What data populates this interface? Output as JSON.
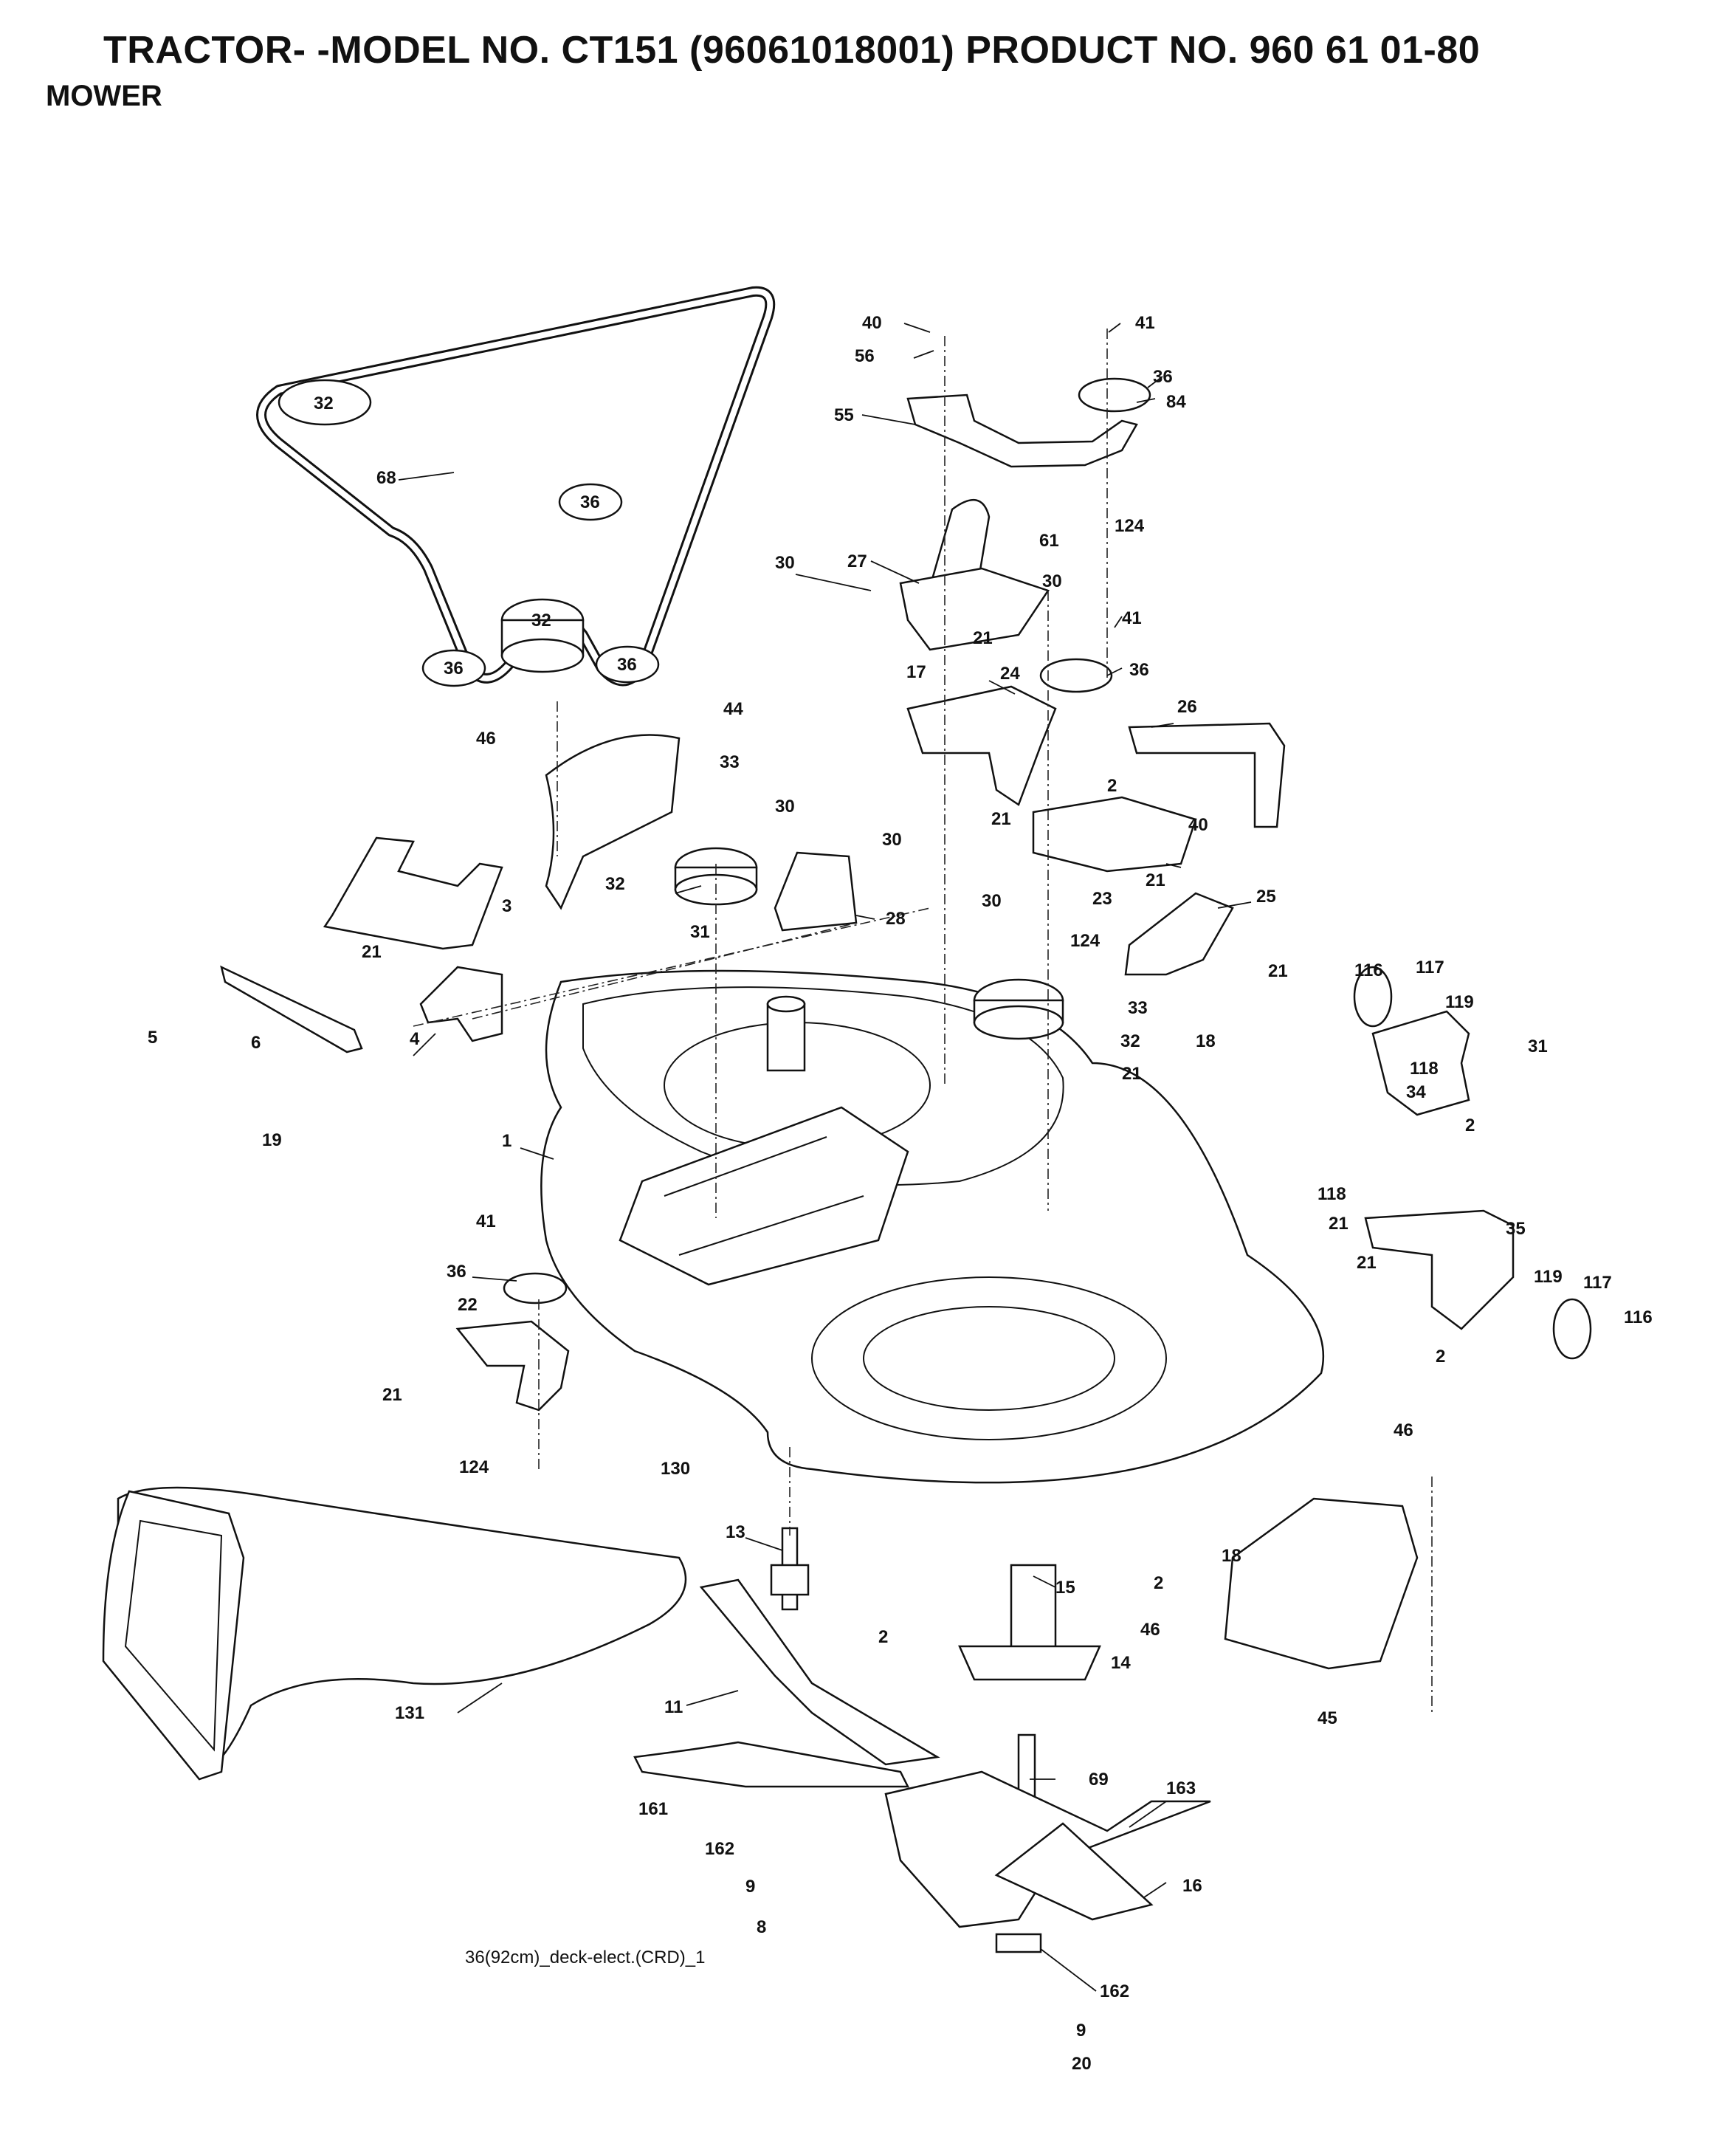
{
  "title": "TRACTOR- -MODEL NO. CT151 (96061018001) PRODUCT NO. 960 61 01-80",
  "subtitle": "MOWER",
  "caption": "36(92cm)_deck-elect.(CRD)_1",
  "callouts": [
    {
      "id": "c40a",
      "text": "40"
    },
    {
      "id": "c56",
      "text": "56"
    },
    {
      "id": "c41a",
      "text": "41"
    },
    {
      "id": "c36a",
      "text": "36"
    },
    {
      "id": "c84",
      "text": "84"
    },
    {
      "id": "c55",
      "text": "55"
    },
    {
      "id": "c124a",
      "text": "124"
    },
    {
      "id": "c61",
      "text": "61"
    },
    {
      "id": "c30a",
      "text": "30"
    },
    {
      "id": "c27",
      "text": "27"
    },
    {
      "id": "c30b",
      "text": "30"
    },
    {
      "id": "c41b",
      "text": "41"
    },
    {
      "id": "c21a",
      "text": "21"
    },
    {
      "id": "c17",
      "text": "17"
    },
    {
      "id": "c24",
      "text": "24"
    },
    {
      "id": "c36b",
      "text": "36"
    },
    {
      "id": "c26",
      "text": "26"
    },
    {
      "id": "c68",
      "text": "68"
    },
    {
      "id": "c46a",
      "text": "46"
    },
    {
      "id": "c44",
      "text": "44"
    },
    {
      "id": "c33a",
      "text": "33"
    },
    {
      "id": "c30c",
      "text": "30"
    },
    {
      "id": "c30d",
      "text": "30"
    },
    {
      "id": "c2a",
      "text": "2"
    },
    {
      "id": "c21b",
      "text": "21"
    },
    {
      "id": "c40b",
      "text": "40"
    },
    {
      "id": "c32a",
      "text": "32"
    },
    {
      "id": "c31a",
      "text": "31"
    },
    {
      "id": "c28",
      "text": "28"
    },
    {
      "id": "c30e",
      "text": "30"
    },
    {
      "id": "c124b",
      "text": "124"
    },
    {
      "id": "c23",
      "text": "23"
    },
    {
      "id": "c21c",
      "text": "21"
    },
    {
      "id": "c25",
      "text": "25"
    },
    {
      "id": "c21d",
      "text": "21"
    },
    {
      "id": "c3",
      "text": "3"
    },
    {
      "id": "c21e",
      "text": "21"
    },
    {
      "id": "c116a",
      "text": "116"
    },
    {
      "id": "c117a",
      "text": "117"
    },
    {
      "id": "c119a",
      "text": "119"
    },
    {
      "id": "c33b",
      "text": "33"
    },
    {
      "id": "c32b",
      "text": "32"
    },
    {
      "id": "c18a",
      "text": "18"
    },
    {
      "id": "c31b",
      "text": "31"
    },
    {
      "id": "c21f",
      "text": "21"
    },
    {
      "id": "c118a",
      "text": "118"
    },
    {
      "id": "c34",
      "text": "34"
    },
    {
      "id": "c2b",
      "text": "2"
    },
    {
      "id": "c5",
      "text": "5"
    },
    {
      "id": "c6",
      "text": "6"
    },
    {
      "id": "c4",
      "text": "4"
    },
    {
      "id": "c19",
      "text": "19"
    },
    {
      "id": "c1",
      "text": "1"
    },
    {
      "id": "c118b",
      "text": "118"
    },
    {
      "id": "c21g",
      "text": "21"
    },
    {
      "id": "c35",
      "text": "35"
    },
    {
      "id": "c21h",
      "text": "21"
    },
    {
      "id": "c119b",
      "text": "119"
    },
    {
      "id": "c117b",
      "text": "117"
    },
    {
      "id": "c116b",
      "text": "116"
    },
    {
      "id": "c2c",
      "text": "2"
    },
    {
      "id": "c41c",
      "text": "41"
    },
    {
      "id": "c36c",
      "text": "36"
    },
    {
      "id": "c22",
      "text": "22"
    },
    {
      "id": "c21i",
      "text": "21"
    },
    {
      "id": "c124c",
      "text": "124"
    },
    {
      "id": "c130",
      "text": "130"
    },
    {
      "id": "c46b",
      "text": "46"
    },
    {
      "id": "c13",
      "text": "13"
    },
    {
      "id": "c18b",
      "text": "18"
    },
    {
      "id": "c15",
      "text": "15"
    },
    {
      "id": "c2d",
      "text": "2"
    },
    {
      "id": "c2e",
      "text": "2"
    },
    {
      "id": "c46c",
      "text": "46"
    },
    {
      "id": "c14",
      "text": "14"
    },
    {
      "id": "c45",
      "text": "45"
    },
    {
      "id": "c131",
      "text": "131"
    },
    {
      "id": "c11",
      "text": "11"
    },
    {
      "id": "c69",
      "text": "69"
    },
    {
      "id": "c163",
      "text": "163"
    },
    {
      "id": "c161",
      "text": "161"
    },
    {
      "id": "c162a",
      "text": "162"
    },
    {
      "id": "c9a",
      "text": "9"
    },
    {
      "id": "c8",
      "text": "8"
    },
    {
      "id": "c16",
      "text": "16"
    },
    {
      "id": "c162b",
      "text": "162"
    },
    {
      "id": "c9b",
      "text": "9"
    },
    {
      "id": "c20",
      "text": "20"
    }
  ],
  "pulley_labels": [
    {
      "id": "p32a",
      "text": "32"
    },
    {
      "id": "p36a",
      "text": "36"
    },
    {
      "id": "p32b",
      "text": "32"
    },
    {
      "id": "p36b",
      "text": "36"
    },
    {
      "id": "p36c",
      "text": "36"
    }
  ]
}
